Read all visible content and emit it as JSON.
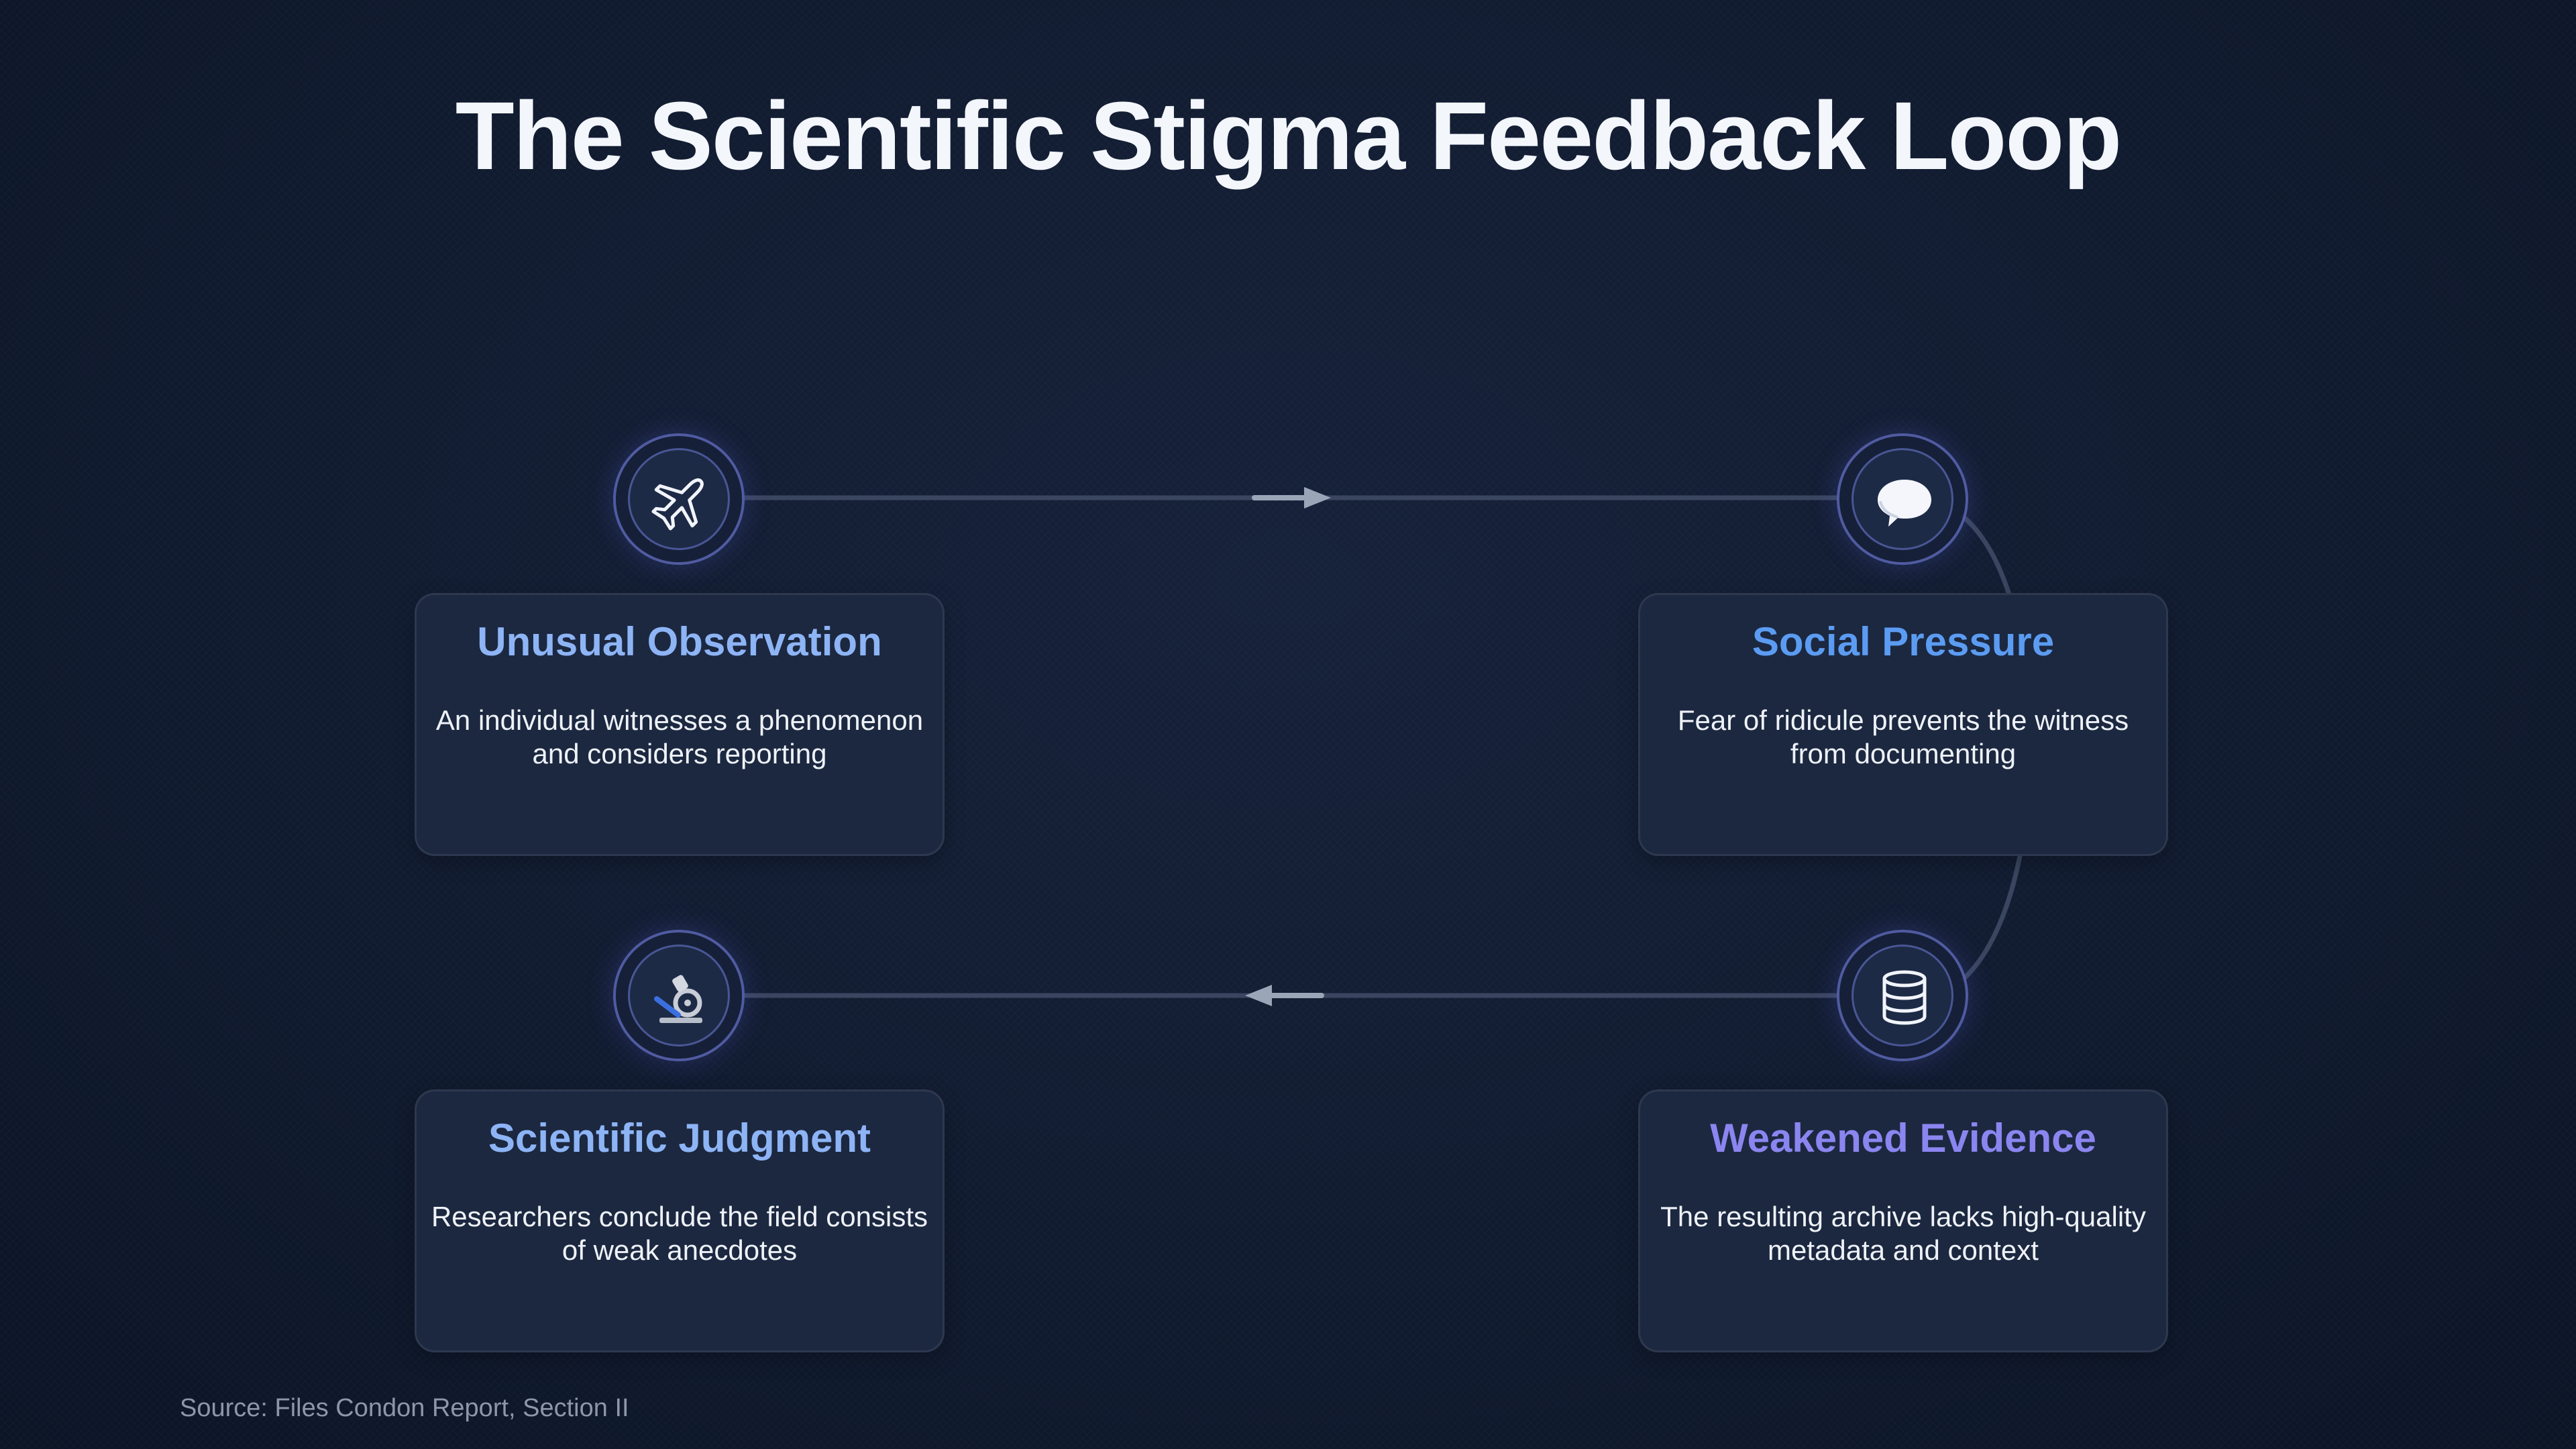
{
  "title": "The Scientific Stigma Feedback Loop",
  "steps": [
    {
      "title": "Unusual Observation",
      "description": "An individual witnesses a phenomenon and considers reporting",
      "icon": "airplane-icon"
    },
    {
      "title": "Social Pressure",
      "description": "Fear of ridicule prevents the witness from documenting",
      "icon": "speech-bubble-icon"
    },
    {
      "title": "Weakened Evidence",
      "description": "The resulting archive lacks high-quality metadata and context",
      "icon": "database-icon"
    },
    {
      "title": "Scientific Judgment",
      "description": "Researchers conclude the field consists of weak anecdotes",
      "icon": "microscope-icon"
    }
  ],
  "source": "Source: Files Condon Report, Section II",
  "colors": {
    "background": "#111b30",
    "card": "#1c2840",
    "title_1": "#8db4f5",
    "title_2": "#5b9cf2",
    "title_3": "#8b85f0",
    "ring": "#818cf8"
  }
}
